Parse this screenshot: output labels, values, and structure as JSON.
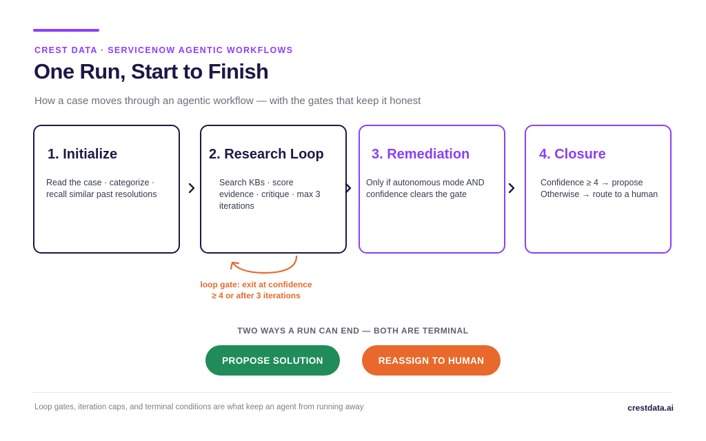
{
  "header": {
    "eyebrow": "CREST DATA · SERVICENOW AGENTIC WORKFLOWS",
    "title": "One Run, Start to Finish",
    "subtitle": "How a case moves through an agentic workflow — with the gates that keep it honest"
  },
  "steps": [
    {
      "title": "1. Initialize",
      "body": "Read the case · categorize · recall similar past resolutions"
    },
    {
      "title": "2. Research Loop",
      "body": "Search KBs · score evidence · critique · max 3 iterations"
    },
    {
      "title": "3. Remediation",
      "body": "Only if autonomous mode AND confidence clears the gate"
    },
    {
      "title": "4. Closure",
      "body_lines": [
        "Confidence ≥ 4 → propose",
        "Otherwise → route to a human"
      ]
    }
  ],
  "loop_gate": {
    "label": "loop gate: exit at confidence ≥ 4 or after 3 iterations"
  },
  "endings": {
    "label": "TWO WAYS A RUN CAN END — BOTH ARE TERMINAL",
    "propose": "PROPOSE SOLUTION",
    "reassign": "REASSIGN TO HUMAN"
  },
  "footer": {
    "note": "Loop gates, iteration caps, and terminal conditions are what keep an agent from running away",
    "brand": "crestdata.ai"
  },
  "colors": {
    "navy": "#1d1746",
    "purple": "#8a3ffc",
    "orange": "#e8692b",
    "green": "#1f8c5a",
    "gray_text": "#6b6f7b"
  },
  "icons": [
    "chevron-right-icon",
    "loop-arrow-icon"
  ]
}
